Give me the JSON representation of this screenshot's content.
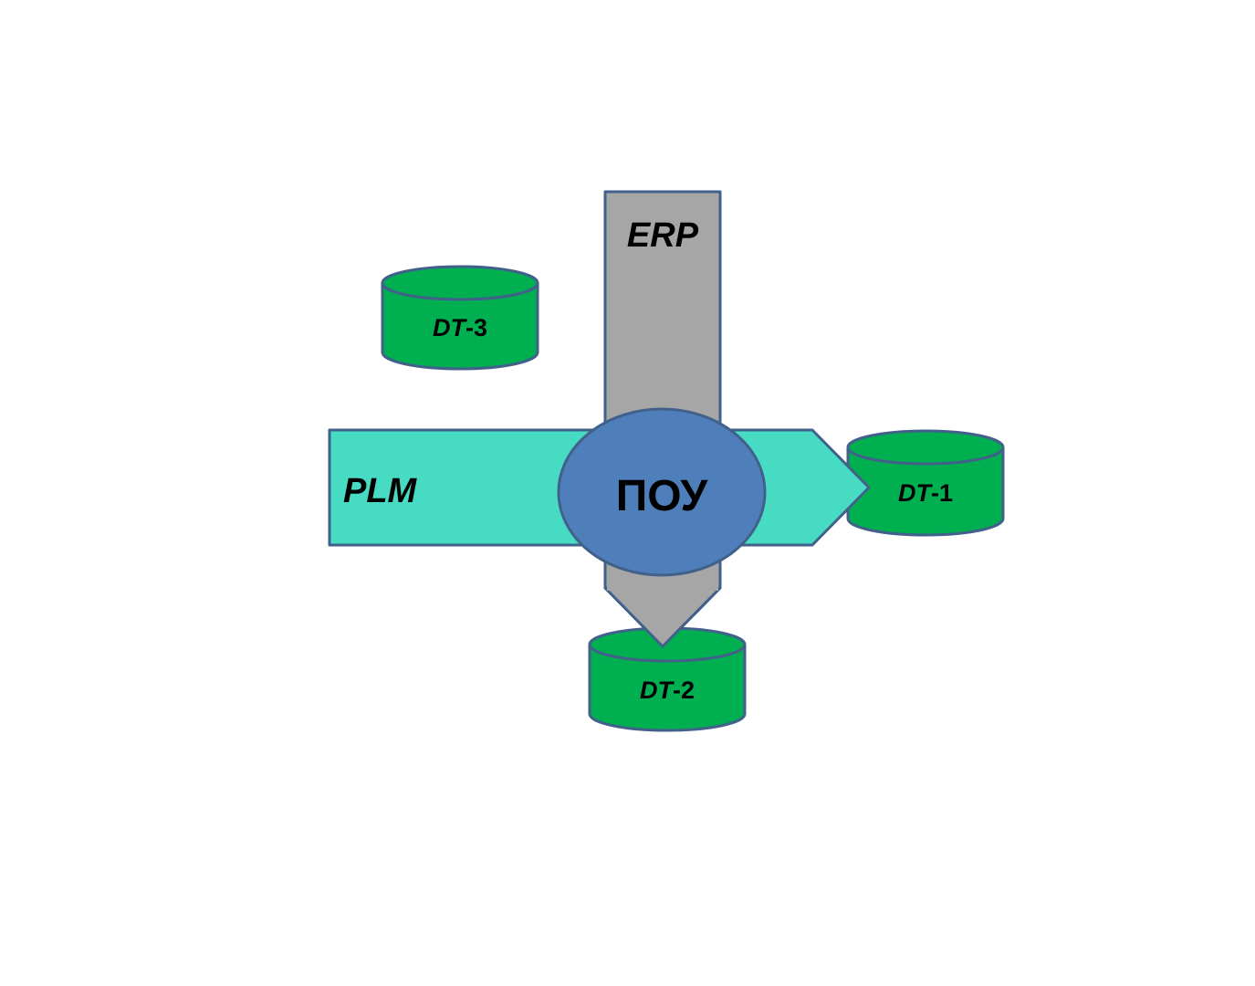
{
  "diagram": {
    "erp": {
      "label": "ERP",
      "color": "#A6A6A6"
    },
    "plm": {
      "label": "PLM",
      "color": "#48DBC3"
    },
    "center": {
      "label": "ПОУ",
      "color": "#4F7FBB"
    },
    "databases": [
      {
        "prefix": "DT",
        "suffix": "-3",
        "color": "#00B050"
      },
      {
        "prefix": "DT",
        "suffix": "-1",
        "color": "#00B050"
      },
      {
        "prefix": "DT",
        "suffix": "-2",
        "color": "#00B050"
      }
    ],
    "stroke_color": "#41608A"
  }
}
